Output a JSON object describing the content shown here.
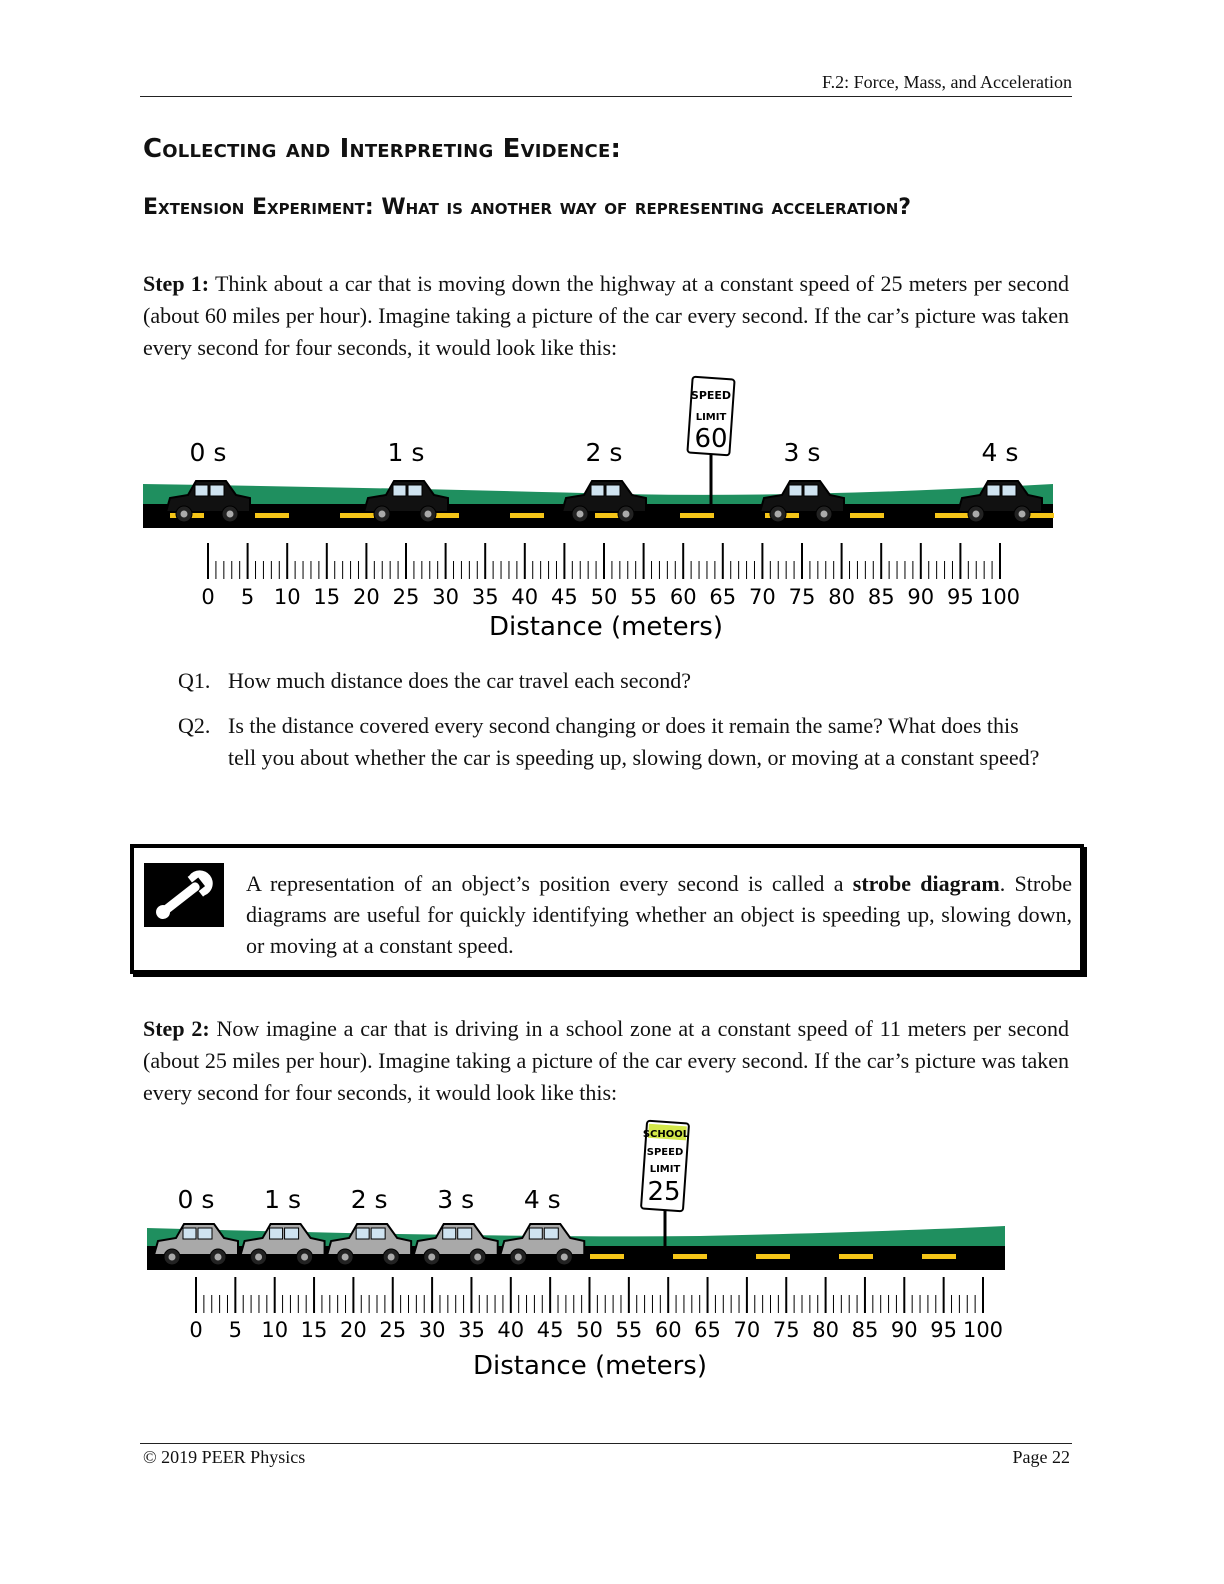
{
  "header": {
    "title": "F.2: Force, Mass, and Acceleration"
  },
  "section_heading": "Collecting and Interpreting Evidence:",
  "sub_heading": "Extension Experiment:  What is another way of representing acceleration?",
  "step1": {
    "label": "Step 1:",
    "text": " Think about a car that is moving down the highway at a constant speed of 25 meters per second (about 60 miles per hour).  Imagine taking a picture of the car every second.  If the car’s picture was taken every second for four seconds, it would look like this:"
  },
  "figure1": {
    "sign": {
      "line1": "SPEED",
      "line2": "LIMIT",
      "number": "60"
    },
    "time_labels": [
      "0 s",
      "1 s",
      "2 s",
      "3 s",
      "4 s"
    ],
    "car_positions_m": [
      0,
      25,
      50,
      75,
      100
    ],
    "car_color": "#111111",
    "grass_color": "#1f8f5f",
    "road_color": "#000000",
    "stripe_color": "#f5c518",
    "ruler_labels": [
      "0",
      "5",
      "10",
      "15",
      "20",
      "25",
      "30",
      "35",
      "40",
      "45",
      "50",
      "55",
      "60",
      "65",
      "70",
      "75",
      "80",
      "85",
      "90",
      "95",
      "100"
    ],
    "axis_label": "Distance (meters)"
  },
  "questions": [
    {
      "num": "Q1.",
      "text": "How much distance does the car travel each second?"
    },
    {
      "num": "Q2.",
      "text": "Is the distance covered every second changing or does it remain the same?  What does this tell you about whether the car is speeding up, slowing down, or moving at a constant speed?"
    }
  ],
  "note": {
    "icon": "wrench-icon",
    "text_before": "A representation of an object’s position every second is called a ",
    "term": "strobe diagram",
    "text_after": ".  Strobe diagrams are useful for quickly identifying whether an object is speeding up, slowing down, or moving at a constant speed."
  },
  "step2": {
    "label": "Step 2:",
    "text": " Now imagine a car that is driving in a school zone at a constant speed of 11 meters per second (about 25 miles per hour).  Imagine taking a picture of the car every second.  If the car’s picture was taken every second for four seconds, it would look like this:"
  },
  "figure2": {
    "sign": {
      "line0": "SCHOOL",
      "line1": "SPEED",
      "line2": "LIMIT",
      "number": "25"
    },
    "time_labels": [
      "0 s",
      "1 s",
      "2 s",
      "3 s",
      "4 s"
    ],
    "car_positions_m": [
      0,
      11,
      22,
      33,
      44
    ],
    "car_color": "#a9a9a9",
    "school_color": "#d4e84a",
    "ruler_labels": [
      "0",
      "5",
      "10",
      "15",
      "20",
      "25",
      "30",
      "35",
      "40",
      "45",
      "50",
      "55",
      "60",
      "65",
      "70",
      "75",
      "80",
      "85",
      "90",
      "95",
      "100"
    ],
    "axis_label": "Distance (meters)"
  },
  "footer": {
    "left": "© 2019 PEER Physics",
    "right": "Page 22"
  }
}
